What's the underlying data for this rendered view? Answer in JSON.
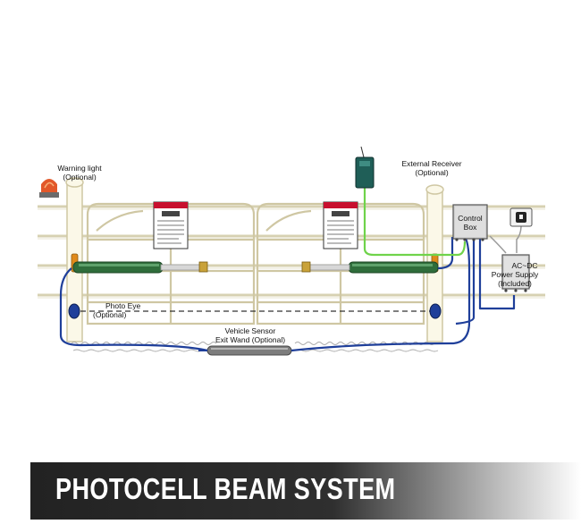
{
  "diagram": {
    "labels": {
      "warning_light": [
        "Warning light",
        "(Optional)"
      ],
      "external_receiver": [
        "External Receiver",
        "(Optional)"
      ],
      "control_box": [
        "Control",
        "Box"
      ],
      "power_supply": [
        "AC~DC",
        "Power Supply",
        "(Included)"
      ],
      "photo_eye": [
        "Photo Eye",
        "(Optional)"
      ],
      "vehicle_sensor": [
        "Vehicle Sensor",
        "Exit Wand (Optional)"
      ]
    },
    "colors": {
      "wire_blue": "#1f3f9a",
      "wire_green": "#6fd34a",
      "fence": "#d9d0a8",
      "opener_green": "#2f6d3b",
      "warning_red": "#c8102e"
    }
  },
  "banner": {
    "title": "PHOTOCELL BEAM SYSTEM"
  }
}
